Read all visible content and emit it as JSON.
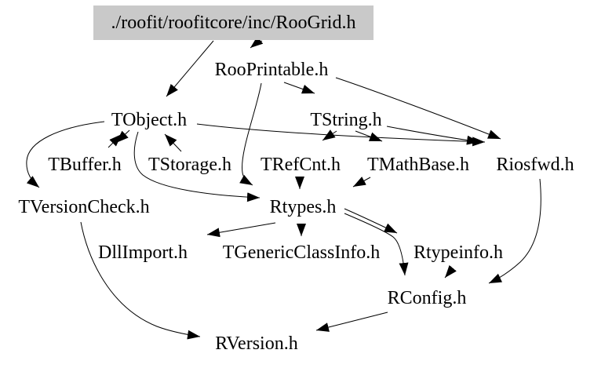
{
  "diagram": {
    "type": "include-dependency-graph",
    "root": {
      "label": "./roofit/roofitcore/inc/RooGrid.h",
      "bg_color": "#c9c9c9"
    },
    "edge_color": "#000000",
    "nodes": {
      "rooprintable": "RooPrintable.h",
      "tobject": "TObject.h",
      "tstring": "TString.h",
      "tbuffer": "TBuffer.h",
      "tstorage": "TStorage.h",
      "trefcnt": "TRefCnt.h",
      "tmathbase": "TMathBase.h",
      "riosfwd": "Riosfwd.h",
      "tversioncheck": "TVersionCheck.h",
      "rtypes": "Rtypes.h",
      "dllimport": "DllImport.h",
      "tgenericclassinfo": "TGenericClassInfo.h",
      "rtypeinfo": "Rtypeinfo.h",
      "rconfig": "RConfig.h",
      "rversion": "RVersion.h"
    },
    "edges": [
      "RooGrid.h -> RooPrintable.h",
      "RooGrid.h -> TObject.h",
      "RooPrintable.h -> TString.h",
      "RooPrintable.h -> Rtypes.h",
      "RooPrintable.h -> Riosfwd.h",
      "TObject.h -> TBuffer.h",
      "TBuffer.h -> TObject.h",
      "TStorage.h -> TObject.h",
      "TObject.h -> TVersionCheck.h",
      "TObject.h -> Rtypes.h",
      "TObject.h -> Riosfwd.h",
      "TString.h -> TRefCnt.h",
      "TString.h -> TMathBase.h",
      "TString.h -> Riosfwd.h",
      "TRefCnt.h -> Rtypes.h",
      "TMathBase.h -> Rtypes.h",
      "Rtypes.h -> DllImport.h",
      "Rtypes.h -> TGenericClassInfo.h",
      "Rtypes.h -> Rtypeinfo.h",
      "Rtypes.h -> RConfig.h",
      "Rtypeinfo.h -> RConfig.h",
      "Riosfwd.h -> RConfig.h",
      "RConfig.h -> RVersion.h",
      "TVersionCheck.h -> RVersion.h"
    ]
  }
}
